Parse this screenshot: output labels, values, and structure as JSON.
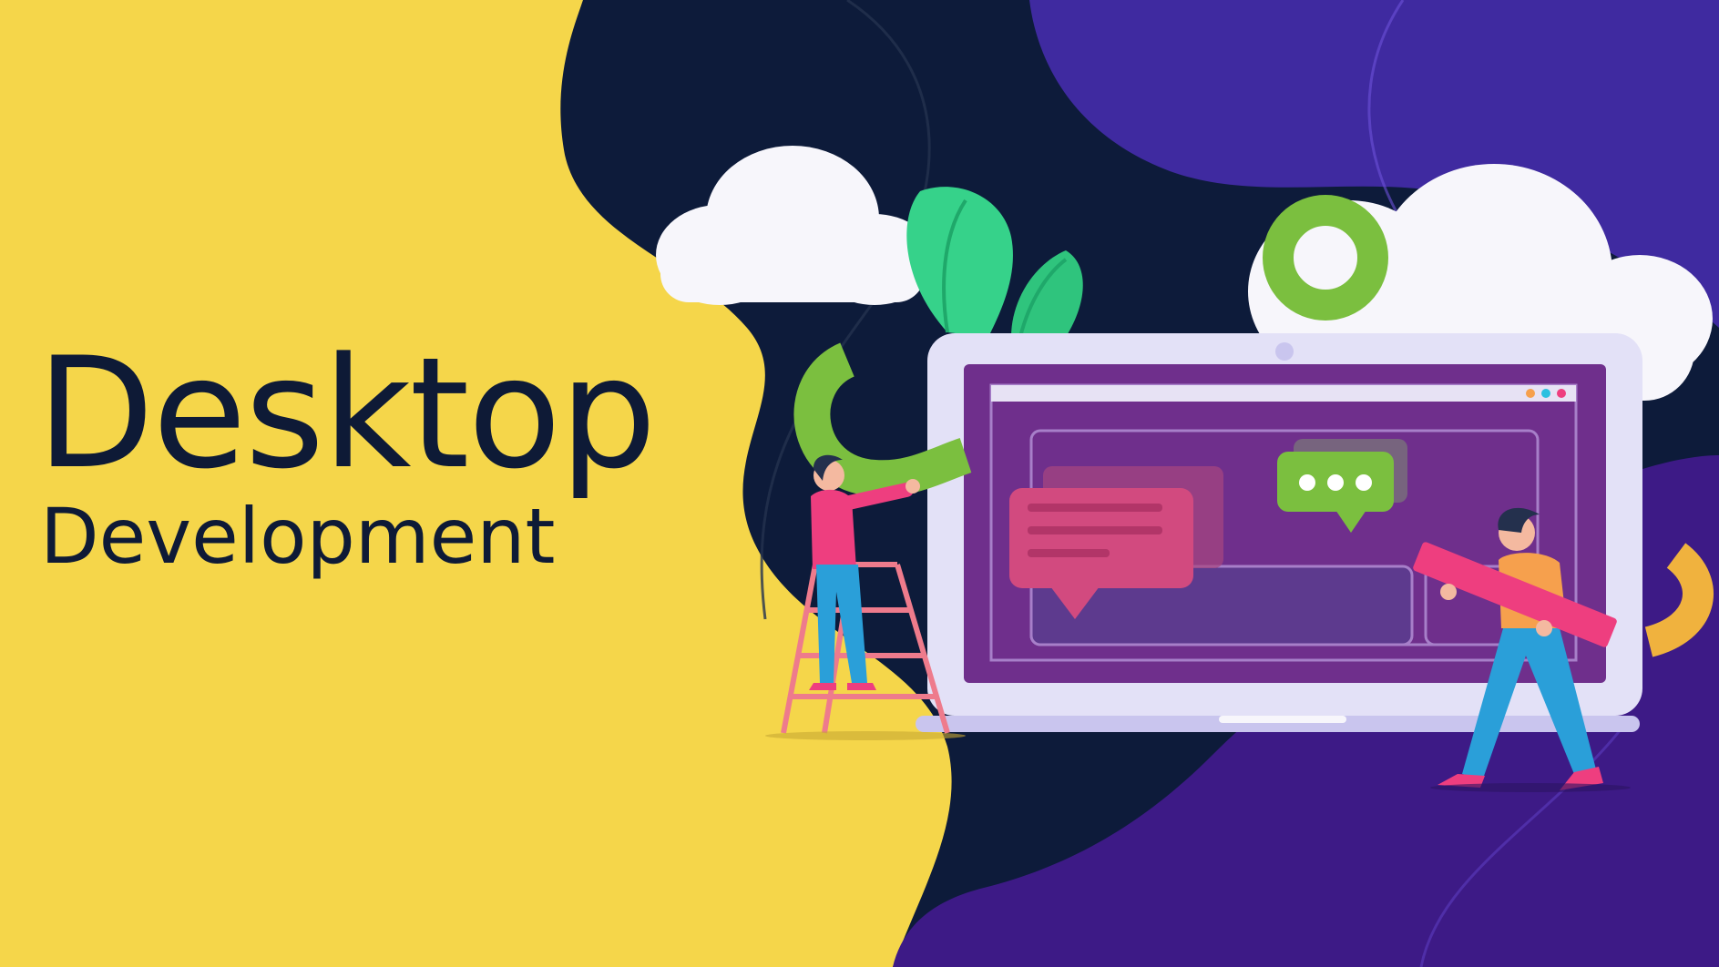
{
  "banner": {
    "title": "Desktop",
    "subtitle": "Development"
  },
  "colors": {
    "background_yellow": "#f5d64a",
    "navy": "#0d1b3a",
    "purple": "#3d1e8e",
    "violet": "#4629a0",
    "green": "#7bbf3f",
    "leaf_green": "#36d28a",
    "pink": "#ee3e7f",
    "orange": "#f6a04d",
    "blue": "#2a9fd9",
    "laptop_frame": "#e3e1f7",
    "screen_purple": "#6f2f8c"
  },
  "illustration": {
    "objects": [
      "cloud-left",
      "cloud-right",
      "plant-leaves",
      "green-ring",
      "green-arc",
      "yellow-arc",
      "laptop",
      "chat-bubble-lines",
      "chat-bubble-dots",
      "person-on-ladder",
      "ladder",
      "person-carrying-ruler",
      "ruler"
    ]
  }
}
